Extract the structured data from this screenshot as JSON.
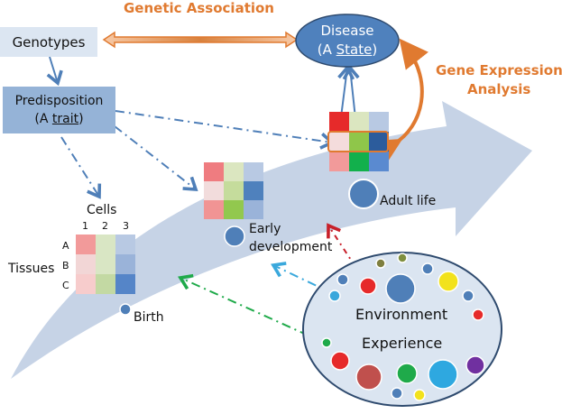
{
  "title_genetic_association": "Genetic Association",
  "title_gene_expression": [
    "Gene Expression",
    "Analysis"
  ],
  "nodes": {
    "genotypes": "Genotypes",
    "predisposition": {
      "line1": "Predisposition",
      "prefix": "(A ",
      "term": "trait",
      "suffix": ")"
    },
    "disease": {
      "line1": "Disease",
      "prefix": "(A ",
      "term": "State",
      "suffix": ")"
    }
  },
  "matrix_labels": {
    "cells": "Cells",
    "columns": [
      "1",
      "2",
      "3"
    ],
    "rows": [
      "A",
      "B",
      "C"
    ],
    "tissues": "Tissues"
  },
  "stages": {
    "birth": "Birth",
    "early": [
      "Early",
      "development"
    ],
    "adult": "Adult life"
  },
  "environment": {
    "line1": "Environment",
    "line2": "Experience"
  },
  "colors": {
    "accent_orange": "#e07a30",
    "node_blue": "#4f81bd",
    "box_light": "#dce6f2",
    "box_mid": "#95b3d7",
    "arrow_band": "#c6d3e6",
    "env_fill": "#dbe5f1",
    "env_stroke": "#2e4a6e"
  },
  "matrices": {
    "birth": [
      [
        "#f29a9a",
        "#d9e6c4",
        "#b8c9e3"
      ],
      [
        "#f2d6d6",
        "#d9e6c4",
        "#9ab3d9"
      ],
      [
        "#f7cccc",
        "#c3d9a3",
        "#5585c8"
      ]
    ],
    "early": [
      [
        "#ef7c80",
        "#dbe6c0",
        "#b8c9e3"
      ],
      [
        "#f2dcdc",
        "#c5dc9c",
        "#4f81bd"
      ],
      [
        "#f19494",
        "#92c84e",
        "#9ab3d9"
      ]
    ],
    "adult": [
      [
        "#e62a2a",
        "#dbe6c0",
        "#b8c9e3"
      ],
      [
        "#f4dcdc",
        "#8fc64a",
        "#2c5c9c"
      ],
      [
        "#f29a9a",
        "#12b04c",
        "#5a8ad0"
      ]
    ]
  }
}
